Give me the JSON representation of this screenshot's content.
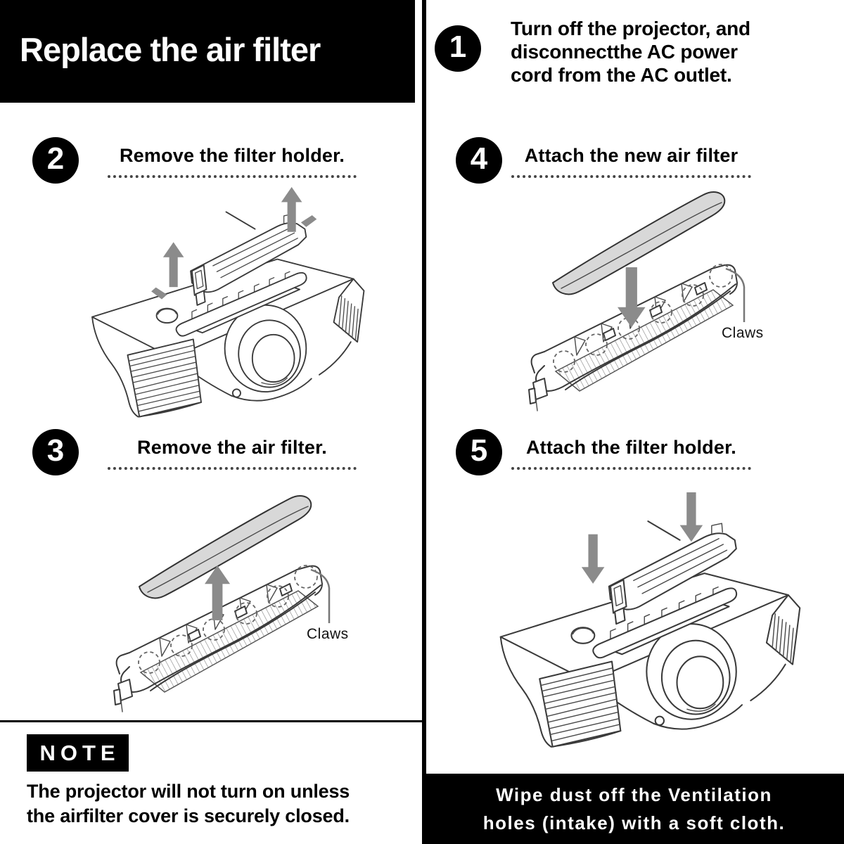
{
  "title": "Replace the air filter",
  "steps": {
    "s1": {
      "number": "1",
      "lines": [
        "Turn off the projector, and",
        "disconnectthe AC power",
        "cord from the AC outlet."
      ]
    },
    "s2": {
      "number": "2",
      "title": "Remove the filter holder."
    },
    "s3": {
      "number": "3",
      "title": "Remove the air filter.",
      "callout": "Claws"
    },
    "s4": {
      "number": "4",
      "title": "Attach the new air filter",
      "callout": "Claws"
    },
    "s5": {
      "number": "5",
      "title": "Attach the filter holder."
    }
  },
  "note": {
    "label": "NOTE",
    "lines": [
      "The projector will not turn on unless",
      "the airfilter cover is securely closed."
    ]
  },
  "footer": {
    "lines": [
      "Wipe dust off the Ventilation",
      "holes (intake) with a soft cloth."
    ]
  },
  "colors": {
    "banner_bg": "#000000",
    "text_on_banner": "#ffffff",
    "drawing_line": "#3a3a3a",
    "arrow_gray": "#8b8b8b",
    "filter_gray": "#d8d8d8"
  }
}
